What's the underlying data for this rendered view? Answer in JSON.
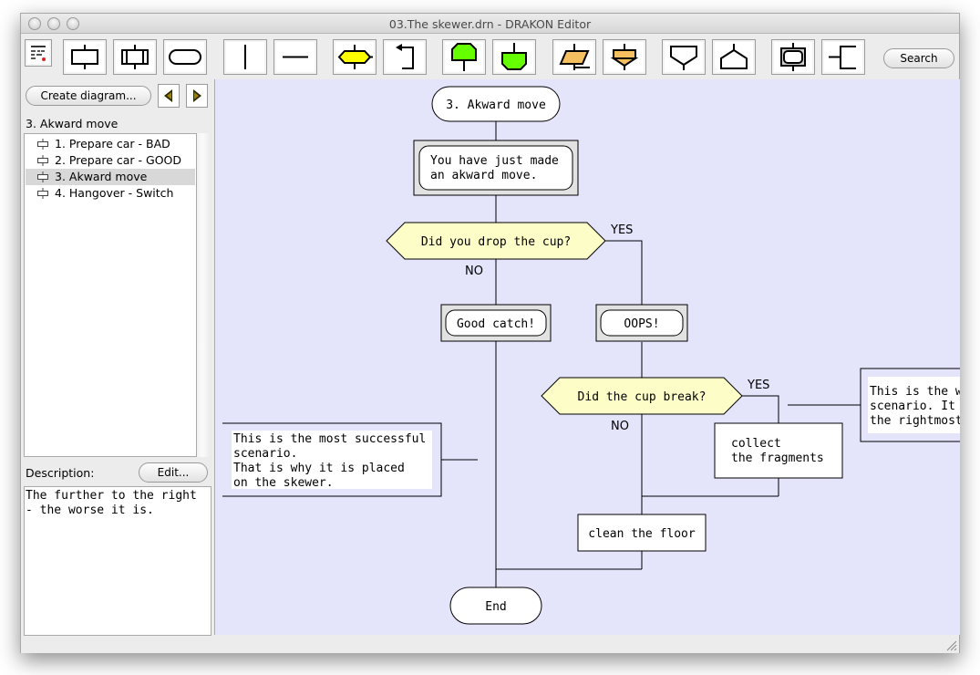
{
  "window": {
    "title": "03.The skewer.drn - DRAKON Editor"
  },
  "toolbar": {
    "items": [
      {
        "name": "menu",
        "icon": "list-menu-icon"
      },
      {
        "name": "action",
        "icon": "action-icon"
      },
      {
        "name": "insertion",
        "icon": "insertion-icon"
      },
      {
        "name": "beginend",
        "icon": "begin-end-icon"
      },
      {
        "name": "vertical-line",
        "icon": "vertical-line-icon"
      },
      {
        "name": "horizontal-line",
        "icon": "horizontal-line-icon"
      },
      {
        "name": "question",
        "icon": "question-icon"
      },
      {
        "name": "arrow",
        "icon": "arrow-loop-icon"
      },
      {
        "name": "branch",
        "icon": "branch-icon"
      },
      {
        "name": "address",
        "icon": "address-icon"
      },
      {
        "name": "input",
        "icon": "input-icon"
      },
      {
        "name": "output",
        "icon": "output-icon"
      },
      {
        "name": "loop-start",
        "icon": "loop-start-icon"
      },
      {
        "name": "loop-end",
        "icon": "loop-end-icon"
      },
      {
        "name": "select",
        "icon": "select-icon"
      },
      {
        "name": "case",
        "icon": "case-icon"
      }
    ],
    "search_label": "Search"
  },
  "sidebar": {
    "create_label": "Create diagram...",
    "prev_icon": "triangle-left-icon",
    "next_icon": "triangle-right-icon",
    "current_diagram": "3. Akward move",
    "diagrams": [
      {
        "label": "1. Prepare car - BAD",
        "selected": false
      },
      {
        "label": "2. Prepare car - GOOD",
        "selected": false
      },
      {
        "label": "3. Akward move",
        "selected": true
      },
      {
        "label": "4. Hangover - Switch",
        "selected": false
      }
    ],
    "description_label": "Description:",
    "edit_label": "Edit...",
    "description_text": "The further to the right\n- the worse it is."
  },
  "diagram": {
    "title": "3. Akward move",
    "intro_action": [
      "You have just made",
      "an akward move."
    ],
    "question1": "Did you drop the cup?",
    "q1_yes": "YES",
    "q1_no": "NO",
    "good_catch": "Good catch!",
    "oops": "OOPS!",
    "question2": "Did the cup break?",
    "q2_yes": "YES",
    "q2_no": "NO",
    "collect": [
      "collect",
      "the fragments"
    ],
    "clean": "clean the floor",
    "end": "End",
    "comment_left": [
      "This is the most successful",
      "scenario.",
      "That is why it is placed",
      "on the skewer."
    ],
    "comment_right": [
      "This is the w",
      "scenario. It",
      "the rightmost"
    ],
    "colors": {
      "canvas": "#e4e4fb",
      "question_fill": "#fdfdc8",
      "insertion_frame": "#e2e2e2",
      "line": "#000000"
    }
  }
}
